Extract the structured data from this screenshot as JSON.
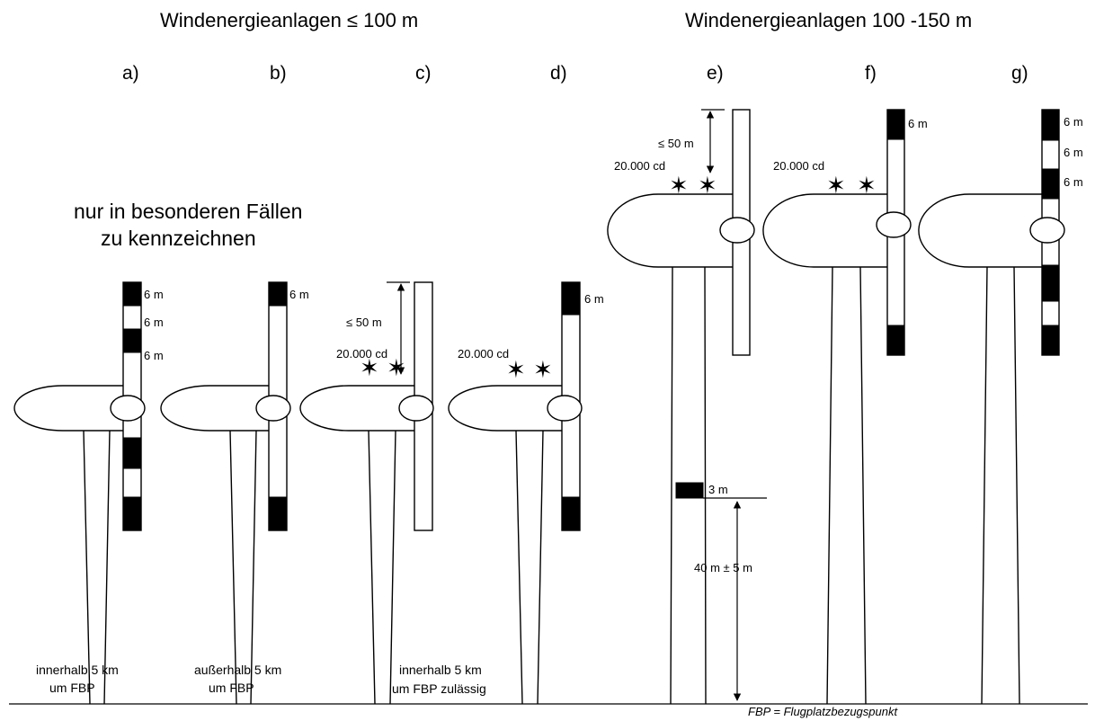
{
  "headers": {
    "left": "Windenergieanlagen ≤ 100 m",
    "right": "Windenergieanlagen 100 -150 m"
  },
  "labels": [
    "a)",
    "b)",
    "c)",
    "d)",
    "e)",
    "f)",
    "g)"
  ],
  "note": {
    "line1": "nur in besonderen Fällen",
    "line2": "zu kennzeichnen"
  },
  "dims": {
    "six_m": "6 m",
    "three_m": "3 m",
    "le50": "≤ 50 m",
    "cd": "20.000 cd",
    "forty": "40 m ± 5 m"
  },
  "captions": {
    "a_line1": "innerhalb 5 km",
    "a_line2": "um FBP",
    "b_line1": "außerhalb 5 km",
    "b_line2": "um FBP",
    "cd_line1": "innerhalb 5 km",
    "cd_line2": "um FBP zulässig"
  },
  "footnote": "FBP = Flugplatzbezugspunkt",
  "colors": {
    "ink": "#000000",
    "background": "#ffffff"
  }
}
